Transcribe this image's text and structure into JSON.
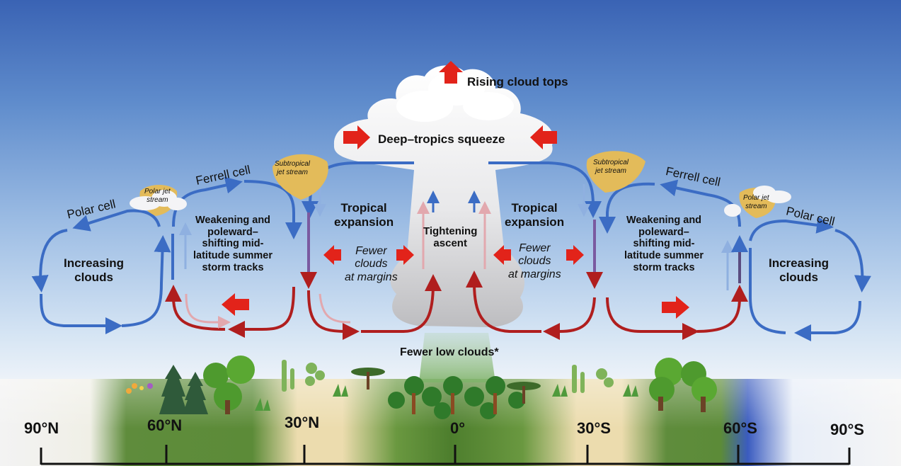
{
  "labels": {
    "rising_cloud_tops": "Rising cloud tops",
    "deep_tropics_squeeze": "Deep–tropics squeeze",
    "tightening_ascent": "Tightening\nascent",
    "fewer_low_clouds": "Fewer low clouds*",
    "left": {
      "polar_cell": "Polar cell",
      "ferrell_cell": "Ferrell cell",
      "polar_jet": "Polar jet\nstream",
      "subtropical_jet": "Subtropical\njet stream",
      "increasing_clouds": "Increasing\nclouds",
      "storm_tracks": "Weakening and\npoleward–\nshifting mid-\nlatitude summer\nstorm tracks",
      "tropical_expansion": "Tropical\nexpansion",
      "fewer_clouds": "Fewer\nclouds\nat margins"
    },
    "right": {
      "polar_cell": "Polar cell",
      "ferrell_cell": "Ferrell cell",
      "polar_jet": "Polar jet\nstream",
      "subtropical_jet": "Subtropical\njet stream",
      "increasing_clouds": "Increasing\nclouds",
      "storm_tracks": "Weakening and\npoleward–\nshifting mid-\nlatitude summer\nstorm tracks",
      "tropical_expansion": "Tropical\nexpansion",
      "fewer_clouds": "Fewer\nclouds\nat margins"
    }
  },
  "latitudes": [
    "90°N",
    "60°N",
    "30°N",
    "0°",
    "30°S",
    "60°S",
    "90°S"
  ],
  "colors": {
    "cold_arrow": "#3b6cc4",
    "warm_arrow": "#b01e1e",
    "change_arrow": "#e2231a",
    "jet_stream": "#e3bb5a",
    "forest_green": "#4f7d30",
    "desert_tan": "#ecdcae",
    "ice_blue": "#3b5cc0"
  },
  "icons": [
    "tree-icon",
    "cactus-icon",
    "palm-icon",
    "cloud-icon",
    "red-arrow-icon",
    "jet-stream-icon"
  ]
}
